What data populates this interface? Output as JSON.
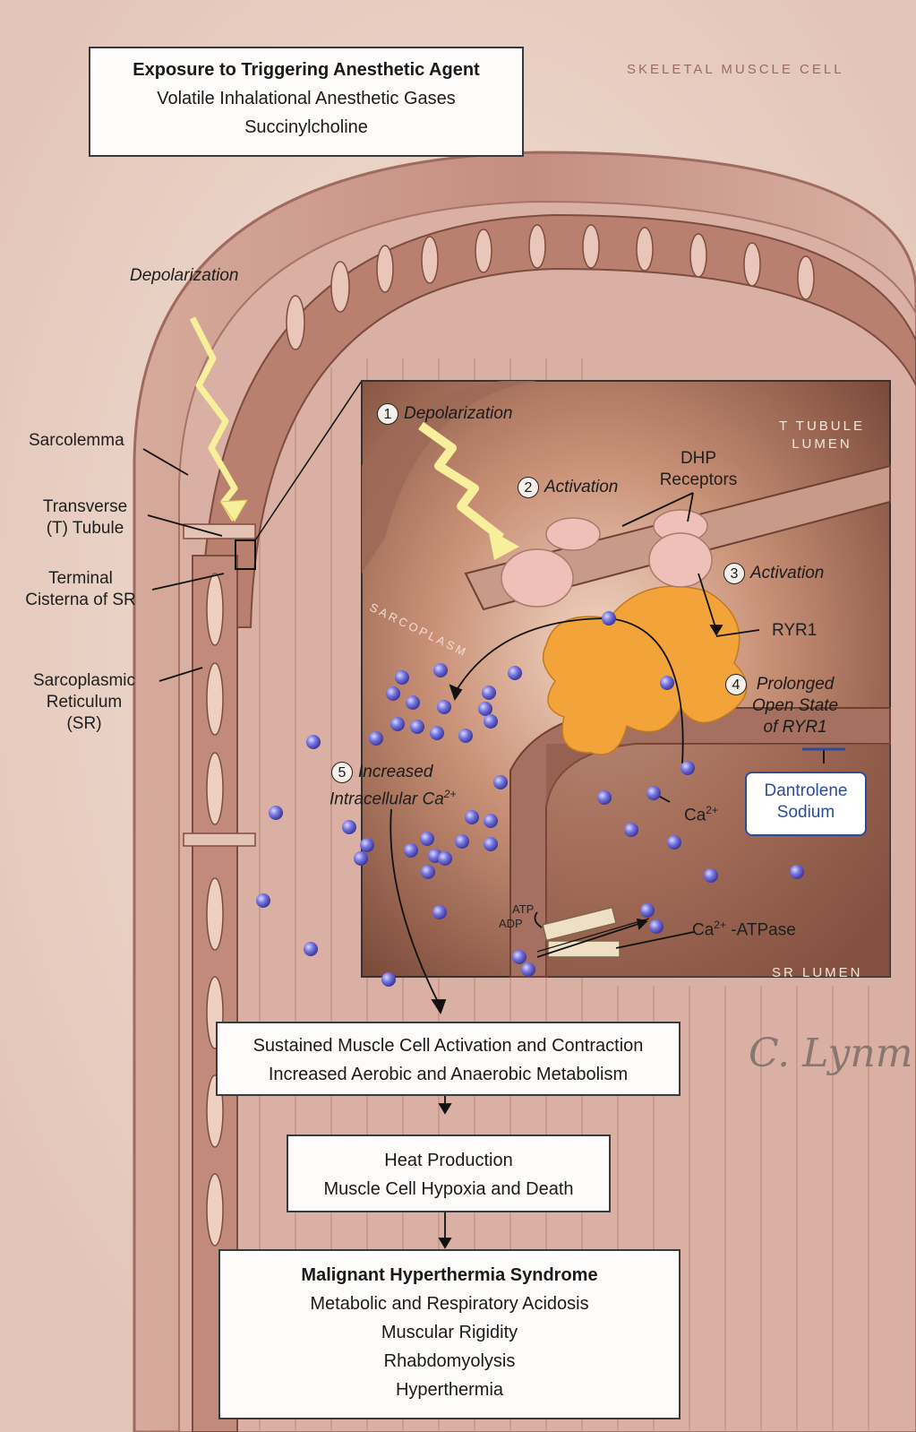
{
  "trigger_box": {
    "title": "Exposure to Triggering Anesthetic Agent",
    "line1": "Volatile Inhalational Anesthetic Gases",
    "line2": "Succinylcholine"
  },
  "labels": {
    "skeletal_cell": "SKELETAL MUSCLE CELL",
    "depolarization": "Depolarization",
    "sarcolemma": "Sarcolemma",
    "t_tubule": [
      "Transverse",
      "(T) Tubule"
    ],
    "terminal_cisterna": [
      "Terminal",
      "Cisterna of SR"
    ],
    "sr": [
      "Sarcoplasmic",
      "Reticulum",
      "(SR)"
    ],
    "t_tubule_lumen": [
      "T TUBULE",
      "LUMEN"
    ],
    "sarcoplasm": "SARCOPLASM",
    "dhp_receptors": [
      "DHP",
      "Receptors"
    ],
    "ryr1": "RYR1",
    "ca": "Ca",
    "ca_sup": "2+",
    "atp": "ATP",
    "adp": "ADP",
    "ca_atpase_prefix": "Ca",
    "ca_atpase_suffix": " -ATPase",
    "sr_lumen": "SR LUMEN",
    "signature": "C. Lynm"
  },
  "steps": [
    {
      "num": "1",
      "text": "Depolarization"
    },
    {
      "num": "2",
      "text": "Activation"
    },
    {
      "num": "3",
      "text": "Activation"
    },
    {
      "num": "4",
      "lines": [
        "Prolonged",
        "Open State",
        "of RYR1"
      ]
    },
    {
      "num": "5",
      "lines": [
        "Increased",
        "Intracellular Ca"
      ],
      "sup": "2+"
    }
  ],
  "dantrolene": [
    "Dantrolene",
    "Sodium"
  ],
  "flow_boxes": [
    {
      "lines": [
        "Sustained Muscle Cell Activation and Contraction",
        "Increased Aerobic and Anaerobic Metabolism"
      ]
    },
    {
      "lines": [
        "Heat Production",
        "Muscle Cell Hypoxia and Death"
      ]
    },
    {
      "title": "Malignant Hyperthermia Syndrome",
      "lines": [
        "Metabolic and Respiratory Acidosis",
        "Muscular Rigidity",
        "Rhabdomyolysis",
        "Hyperthermia"
      ]
    }
  ],
  "colors": {
    "background": "#eedcd2",
    "muscle": "#c99a8e",
    "inset_bg": "#8c5a48",
    "ryr1": "#f2a43a",
    "dhp": "#e9b8b2",
    "calcium": "#6d6ad8",
    "dantrolene": "#2a4c9a"
  }
}
